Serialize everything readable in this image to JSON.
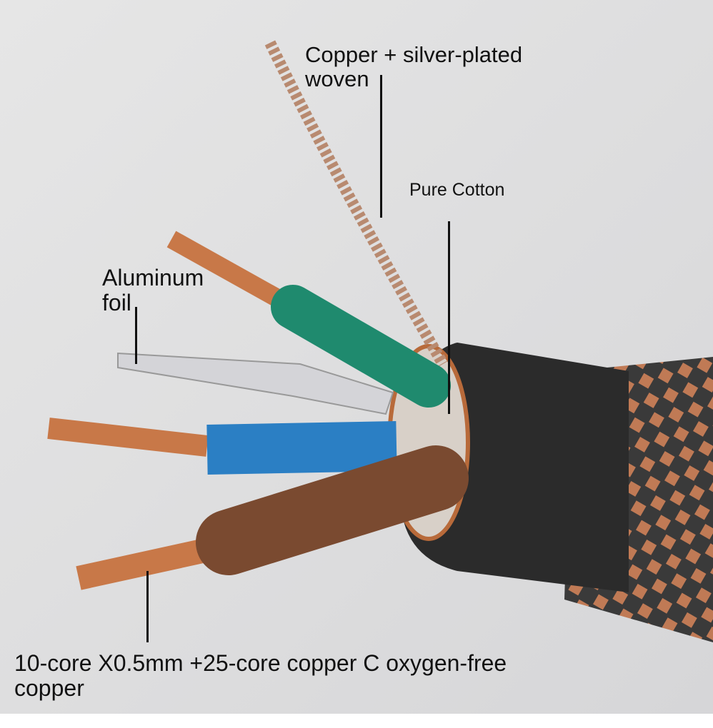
{
  "labels": {
    "braid": [
      "Copper + silver-plated",
      "woven"
    ],
    "cotton": "Pure Cotton",
    "foil": [
      "Aluminum",
      "foil"
    ],
    "conductor": [
      "10-core X0.5mm +25-core copper C oxygen-free",
      "copper"
    ]
  },
  "colors": {
    "background": "#dedede",
    "green_wire": "#1f8a6e",
    "blue_wire": "#2b7fc4",
    "brown_wire": "#7a4a30",
    "copper": "#c87848",
    "jacket": "#2a2a2a"
  }
}
